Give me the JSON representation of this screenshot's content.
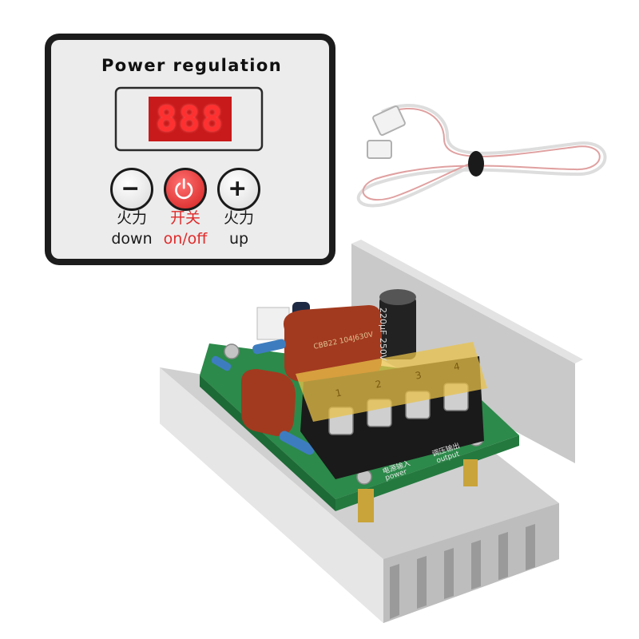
{
  "panel": {
    "title": "Power regulation",
    "display_value": "888",
    "buttons": {
      "down": {
        "cn": "火力",
        "en": "down",
        "icon": "minus-icon"
      },
      "power": {
        "cn": "开关",
        "en": "on/off",
        "icon": "power-icon"
      },
      "up": {
        "cn": "火力",
        "en": "up",
        "icon": "plus-icon"
      }
    }
  },
  "board": {
    "capacitor_marking": "220μF 250V",
    "film_cap_marking": "CBB22 104J630V",
    "terminal_numbers": [
      "1",
      "2",
      "3",
      "4"
    ],
    "label_left": "电源输入",
    "label_left_en": "power",
    "label_right": "调压输出",
    "label_right_en": "output"
  },
  "colors": {
    "panel_face": "#ececec",
    "panel_frame": "#1a1a1a",
    "display_red": "#c81a1a",
    "pcb_green": "#2c8a4a",
    "heatsink": "#d9d9d9",
    "capacitor_brown": "#a23a1f",
    "terminal_cover": "#e8c24a"
  }
}
